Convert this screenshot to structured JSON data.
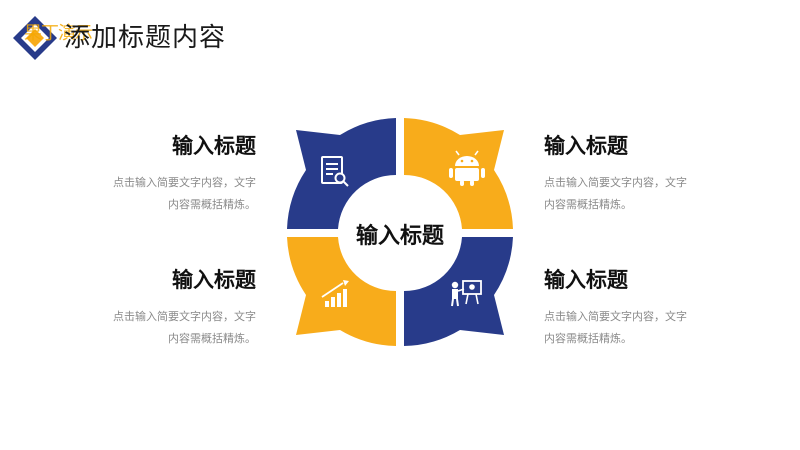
{
  "header": {
    "logo_text": "果丁演示",
    "title": "添加标题内容"
  },
  "colors": {
    "navy": "#283b8a",
    "yellow": "#f8ac1b"
  },
  "center": {
    "title": "输入标题"
  },
  "items": [
    {
      "title": "输入标题",
      "line1": "点击输入简要文字内容，文字",
      "line2": "内容需概括精炼。",
      "icon": "document-search-icon",
      "color": "navy"
    },
    {
      "title": "输入标题",
      "line1": "点击输入简要文字内容，文字",
      "line2": "内容需概括精炼。",
      "icon": "android-icon",
      "color": "yellow"
    },
    {
      "title": "输入标题",
      "line1": "点击输入简要文字内容，文字",
      "line2": "内容需概括精炼。",
      "icon": "growth-chart-icon",
      "color": "yellow"
    },
    {
      "title": "输入标题",
      "line1": "点击输入简要文字内容，文字",
      "line2": "内容需概括精炼。",
      "icon": "presentation-icon",
      "color": "navy"
    }
  ]
}
